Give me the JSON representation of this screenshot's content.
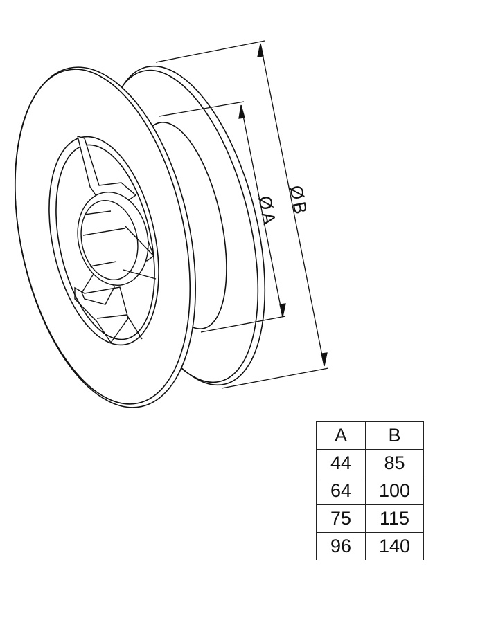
{
  "drawing": {
    "label_a": "A",
    "label_b": "B",
    "diameter_symbol": "Ø",
    "line_color": "#111111"
  },
  "table": {
    "headers": [
      "A",
      "B"
    ],
    "rows": [
      [
        "44",
        "85"
      ],
      [
        "64",
        "100"
      ],
      [
        "75",
        "115"
      ],
      [
        "96",
        "140"
      ]
    ]
  }
}
